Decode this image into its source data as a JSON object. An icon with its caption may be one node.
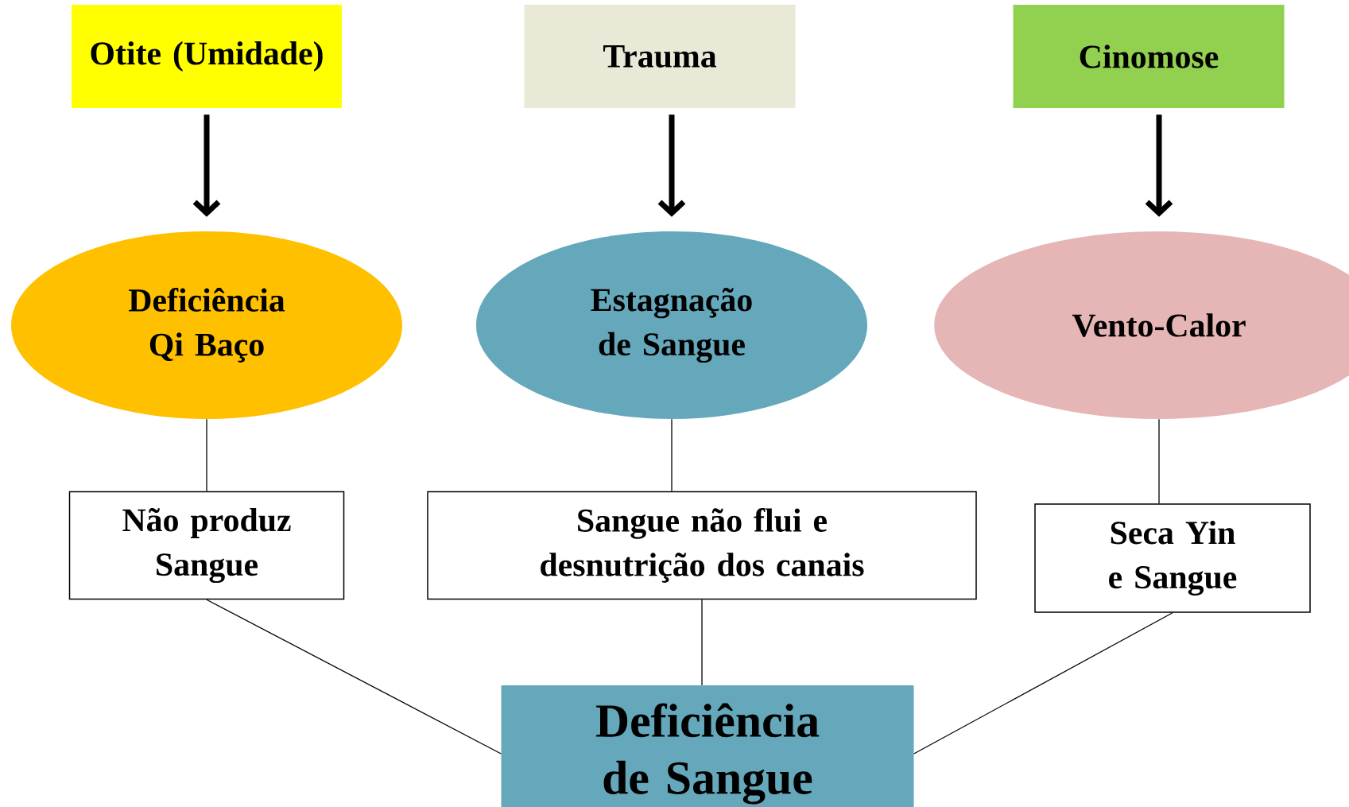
{
  "diagram": {
    "nodes": [
      {
        "text": [
          "Otite (Umidade)"
        ]
      },
      {
        "text": [
          "Trauma"
        ]
      },
      {
        "text": [
          "Cinomose"
        ]
      },
      {
        "text": [
          "Deficiência Qi Baço"
        ]
      },
      {
        "text": [
          "Estagnação de Sangue"
        ]
      },
      {
        "text": [
          "Vento-Calor"
        ]
      },
      {
        "text": [
          "Não produz Sangue"
        ]
      },
      {
        "text": [
          "Sangue não flui e desnutrição dos canais"
        ]
      },
      {
        "text": [
          "Seca Yin e Sangue"
        ]
      },
      {
        "text": [
          "Deficiência de Sangue"
        ]
      }
    ],
    "edges": [
      {
        "from": 0,
        "to": 3,
        "arrow": "to",
        "style": "thick"
      },
      {
        "from": 1,
        "to": 4,
        "arrow": "to",
        "style": "thick"
      },
      {
        "from": 2,
        "to": 5,
        "arrow": "to",
        "style": "thick"
      },
      {
        "from": 3,
        "to": 6,
        "arrow": "none"
      },
      {
        "from": 4,
        "to": 7,
        "arrow": "none"
      },
      {
        "from": 5,
        "to": 8,
        "arrow": "none"
      },
      {
        "from": 6,
        "to": 9,
        "arrow": "none"
      },
      {
        "from": 7,
        "to": 9,
        "arrow": "none"
      },
      {
        "from": 8,
        "to": 9,
        "arrow": "none"
      }
    ]
  }
}
